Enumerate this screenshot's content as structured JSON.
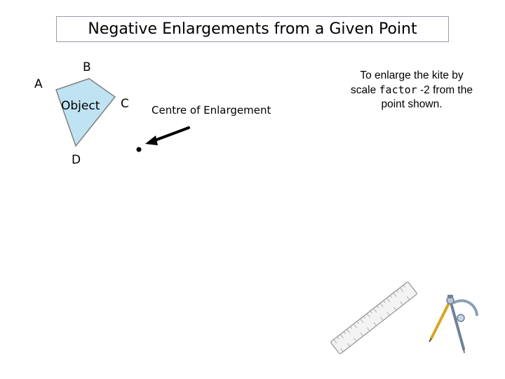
{
  "title": "Negative Enlargements from a Given Point",
  "shape": {
    "fill_color": "#bfe3f2",
    "vertex_labels": {
      "a": "A",
      "b": "B",
      "c": "C",
      "d": "D"
    },
    "object_label": "Object"
  },
  "centre_label": "Centre of Enlargement",
  "instruction": {
    "line1": "To enlarge the kite by",
    "line2_pre": "scale ",
    "line2_mono": "factor",
    "line2_post": " -2 from the",
    "line3": "point shown."
  },
  "icons": [
    "ruler-icon",
    "compass-icon"
  ]
}
